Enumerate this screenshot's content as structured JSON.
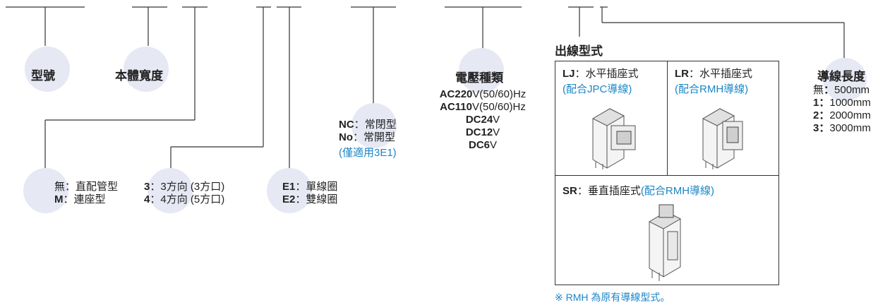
{
  "segments": {
    "model": {
      "label": "型號"
    },
    "body_width": {
      "label": "本體寬度"
    },
    "base": {
      "options": [
        {
          "code": "無",
          "sep": "：",
          "desc": "直配管型"
        },
        {
          "code": "M",
          "sep": "：",
          "desc": "連座型"
        }
      ]
    },
    "direction": {
      "options": [
        {
          "code": "3",
          "sep": "：",
          "desc": "3方向 (3方口)"
        },
        {
          "code": "4",
          "sep": "：",
          "desc": "4方向 (5方口)"
        }
      ]
    },
    "coil": {
      "options": [
        {
          "code": "E1",
          "sep": "：",
          "desc": "單線圈"
        },
        {
          "code": "E2",
          "sep": "：",
          "desc": "雙線圈"
        }
      ]
    },
    "valve_state": {
      "options": [
        {
          "code": "NC",
          "sep": "：",
          "desc": "常閉型"
        },
        {
          "code": "No",
          "sep": "：",
          "desc": "常開型"
        }
      ],
      "note": "(僅適用3E1)"
    },
    "voltage": {
      "label": "電壓種類",
      "options": [
        {
          "code": "AC220",
          "unit": "V(50/60)Hz"
        },
        {
          "code": "AC110",
          "unit": "V(50/60)Hz"
        },
        {
          "code": "DC24",
          "unit": "V"
        },
        {
          "code": "DC12",
          "unit": "V"
        },
        {
          "code": "DC6",
          "unit": "V"
        }
      ]
    },
    "outlet": {
      "label": "出線型式",
      "lj": {
        "code": "LJ",
        "sep": "：",
        "desc": "水平插座式",
        "note": "(配合JPC導線)"
      },
      "lr": {
        "code": "LR",
        "sep": "：",
        "desc": "水平插座式",
        "note": "(配合RMH導線)"
      },
      "sr": {
        "code": "SR",
        "sep": "：",
        "desc": "垂直插座式",
        "note": "(配合RMH導線)"
      },
      "footnote": "※ RMH 為原有導線型式。"
    },
    "cable_length": {
      "label": "導線長度",
      "options": [
        {
          "code": "無",
          "sep": "：",
          "desc": "500mm"
        },
        {
          "code": "1",
          "sep": "：",
          "desc": "1000mm"
        },
        {
          "code": "2",
          "sep": "：",
          "desc": "2000mm"
        },
        {
          "code": "3",
          "sep": "：",
          "desc": "3000mm"
        }
      ]
    }
  },
  "colors": {
    "bubble": "#e6e8f4",
    "line": "#333333",
    "accent_blue": "#1a86c8"
  }
}
